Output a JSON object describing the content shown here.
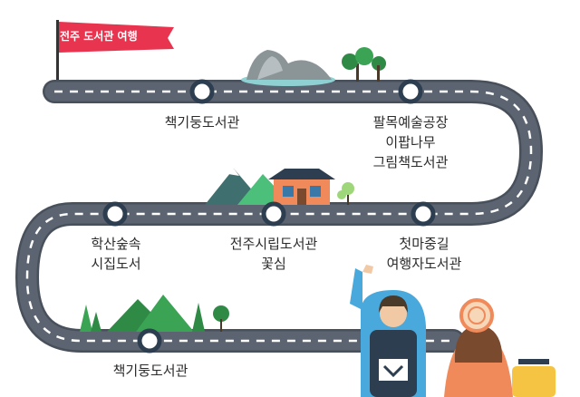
{
  "banner": {
    "title": "전주 도서관 여행"
  },
  "stops": [
    {
      "id": "stop-1",
      "lines": [
        "책기둥도서관"
      ]
    },
    {
      "id": "stop-2",
      "lines": [
        "팔목예술공장",
        "이팝나무",
        "그림책도서관"
      ]
    },
    {
      "id": "stop-3",
      "lines": [
        "첫마중길",
        "여행자도서관"
      ]
    },
    {
      "id": "stop-4",
      "lines": [
        "전주시립도서관",
        "꽃심"
      ]
    },
    {
      "id": "stop-5",
      "lines": [
        "학산숲속",
        "시집도서"
      ]
    },
    {
      "id": "stop-6",
      "lines": [
        "책기둥도서관"
      ]
    }
  ],
  "colors": {
    "road": "#5b6470",
    "road_edge": "#48505b",
    "lane": "#ffffff",
    "marker_ring": "#2d3e50",
    "flag": "#e8344e",
    "mountain": "#3fa25b",
    "traveler_jacket": "#49a9dd",
    "traveler_coat": "#f08a5b",
    "suitcase": "#f6c443"
  },
  "icons": [
    "flag-icon",
    "mountain-icon",
    "tree-icon",
    "library-building-icon",
    "traveler-icon",
    "suitcase-icon"
  ]
}
